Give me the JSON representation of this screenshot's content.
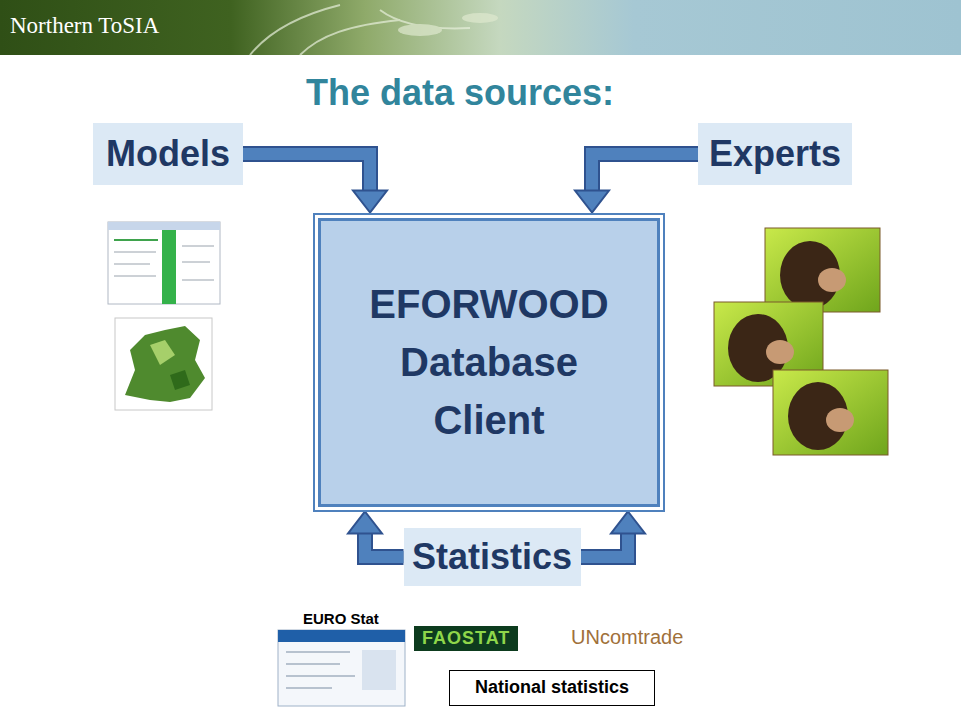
{
  "diagram": {
    "title": "The data sources:",
    "nodes": [
      {
        "text": [
          "Models"
        ]
      },
      {
        "text": [
          "Experts"
        ]
      },
      {
        "text": [
          "EFORWOOD Database Client"
        ]
      },
      {
        "text": [
          "Statistics"
        ]
      },
      {
        "text": [
          "National statistics"
        ]
      }
    ],
    "edges": [
      {
        "from": 0,
        "to": 2,
        "arrow": "to"
      },
      {
        "from": 1,
        "to": 2,
        "arrow": "to"
      },
      {
        "from": 3,
        "to": 2,
        "arrow": "to"
      },
      {
        "from": 3,
        "to": 2,
        "arrow": "to"
      }
    ],
    "labels": [
      "Northern ToSIA",
      "EURO Stat",
      "FAOSTAT",
      "UNcomtrade"
    ]
  }
}
